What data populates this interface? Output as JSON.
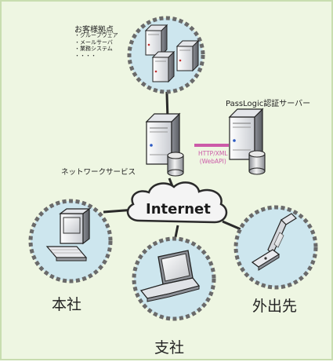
{
  "site": {
    "title": "お客様拠点",
    "items": [
      "・グループウェア",
      "・メールサーバ",
      "・業務システム",
      "・・・・"
    ]
  },
  "passlogic_server_label": "PassLogic認証サーバー",
  "link_label": {
    "line1": "HTTP/XML",
    "line2": "(WebAPI)"
  },
  "network_service_label": "ネットワークサービス",
  "internet_label": "Internet",
  "locations": {
    "head_office": "本社",
    "branch": "支社",
    "outside": "外出先"
  },
  "colors": {
    "background": "#eef6e2",
    "circle_fill": "#cde6ee",
    "circle_dash": "#6a6a6a",
    "link_pink": "#cc5aa8",
    "line_dark": "#2a2a2a"
  },
  "icons": [
    "server-icon",
    "desktop-computer-icon",
    "laptop-icon",
    "mobile-phone-icon",
    "cloud-icon"
  ]
}
